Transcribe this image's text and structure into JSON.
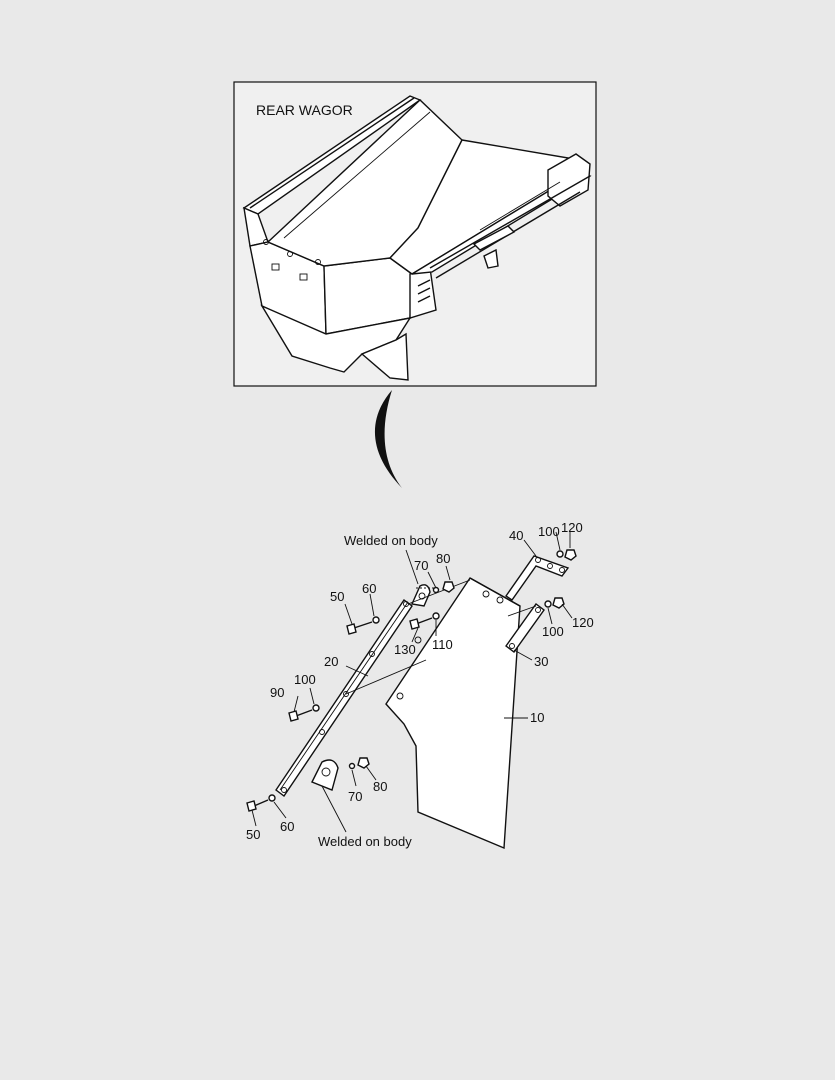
{
  "inset": {
    "title": "REAR WAGOR"
  },
  "annotations": {
    "welded_top": "Welded on body",
    "welded_bottom": "Welded on body"
  },
  "callouts": [
    {
      "id": "c-10",
      "text": "10"
    },
    {
      "id": "c-20",
      "text": "20"
    },
    {
      "id": "c-30",
      "text": "30"
    },
    {
      "id": "c-40",
      "text": "40"
    },
    {
      "id": "c-50a",
      "text": "50"
    },
    {
      "id": "c-50b",
      "text": "50"
    },
    {
      "id": "c-60a",
      "text": "60"
    },
    {
      "id": "c-60b",
      "text": "60"
    },
    {
      "id": "c-70a",
      "text": "70"
    },
    {
      "id": "c-70b",
      "text": "70"
    },
    {
      "id": "c-80a",
      "text": "80"
    },
    {
      "id": "c-80b",
      "text": "80"
    },
    {
      "id": "c-90",
      "text": "90"
    },
    {
      "id": "c-100a",
      "text": "100"
    },
    {
      "id": "c-100b",
      "text": "100"
    },
    {
      "id": "c-100c",
      "text": "100"
    },
    {
      "id": "c-110",
      "text": "110"
    },
    {
      "id": "c-120a",
      "text": "120"
    },
    {
      "id": "c-120b",
      "text": "120"
    },
    {
      "id": "c-130",
      "text": "130"
    }
  ]
}
